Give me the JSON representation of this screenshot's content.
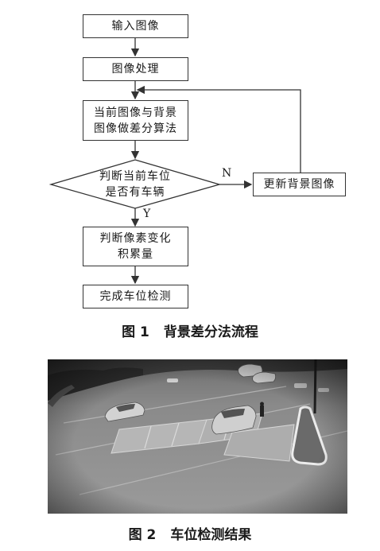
{
  "flowchart": {
    "step_input": "输入图像",
    "step_process": "图像处理",
    "step_diff": [
      "当前图像与背景",
      "图像做差分算法"
    ],
    "decision": [
      "判断当前车位",
      "是否有车辆"
    ],
    "step_update_bg": "更新背景图像",
    "step_accumulate": [
      "判断像素变化",
      "积累量"
    ],
    "step_done": "完成车位检测",
    "label_no": "N",
    "label_yes": "Y"
  },
  "figure1_caption": {
    "number": "图 1",
    "title": "背景差分法流程"
  },
  "figure2_caption": {
    "number": "图 2",
    "title": "车位检测结果"
  }
}
